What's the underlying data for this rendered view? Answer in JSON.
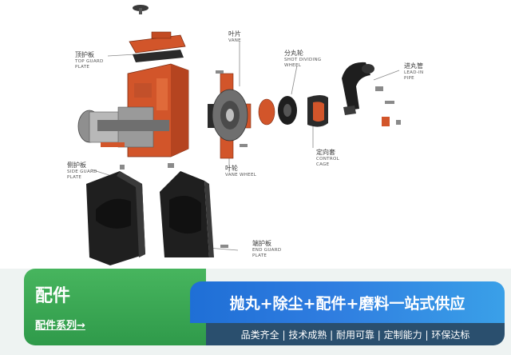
{
  "labels": {
    "top_guard_plate": {
      "zh": "顶护板",
      "en1": "TOP GUARD",
      "en2": "PLATE"
    },
    "vane": {
      "zh": "叶片",
      "en1": "VANE"
    },
    "shot_dividing_wheel": {
      "zh": "分丸轮",
      "en1": "SHOT DIVIDING",
      "en2": "WHEEL"
    },
    "lead_in_pipe": {
      "zh": "进丸管",
      "en1": "LEAD-IN",
      "en2": "PIPE"
    },
    "control_cage": {
      "zh": "定向套",
      "en1": "CONTROL",
      "en2": "CAGE"
    },
    "vane_wheel": {
      "zh": "叶轮",
      "en1": "VANE WHEEL"
    },
    "side_guard_plate": {
      "zh": "侧护板",
      "en1": "SIDE GUARD",
      "en2": "PLATE"
    },
    "end_guard_plate": {
      "zh": "端护板",
      "en1": "END GUARD",
      "en2": "PLATE"
    }
  },
  "footer": {
    "section_title": "配件",
    "section_link": "配件系列→",
    "banner_title": "抛丸+除尘+配件+磨料一站式供应",
    "features": "品类齐全 | 技术成熟 | 耐用可靠 | 定制能力 | 环保达标"
  },
  "colors": {
    "housing": "#d2552a",
    "dark_part": "#1e1e1e",
    "green_card": "#3aa856",
    "blue_banner": "#2a7bd8",
    "strip": "#2a4f6e"
  }
}
